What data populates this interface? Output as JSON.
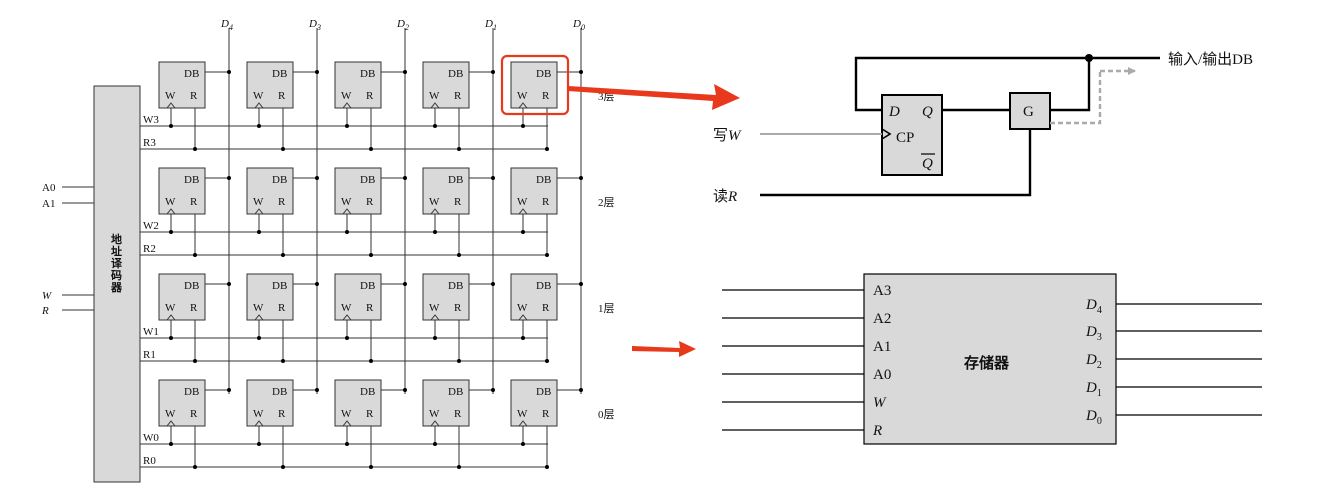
{
  "array": {
    "decoder_label": [
      "地",
      "址",
      "译",
      "码",
      "器"
    ],
    "inputs": {
      "a0": "A0",
      "a1": "A1",
      "w": "W",
      "r": "R"
    },
    "data_lines": [
      "D",
      "D",
      "D",
      "D",
      "D"
    ],
    "data_line_subs": [
      "4",
      "3",
      "2",
      "1",
      "0"
    ],
    "cell_db": "DB",
    "cell_w": "W",
    "cell_r": "R",
    "rows": [
      {
        "w": "W3",
        "r": "R3",
        "layer": "3层"
      },
      {
        "w": "W2",
        "r": "R2",
        "layer": "2层"
      },
      {
        "w": "W1",
        "r": "R1",
        "layer": "1层"
      },
      {
        "w": "W0",
        "r": "R0",
        "layer": "0层"
      }
    ]
  },
  "cell_detail": {
    "d": "D",
    "q": "Q",
    "cp": "CP",
    "qbar": "Q",
    "gate": "G",
    "io_label": "输入/输出DB",
    "write_label": "写",
    "write_var": "W",
    "read_label": "读",
    "read_var": "R",
    "highlight_color": "#e8391d"
  },
  "memory_block": {
    "title": "存储器",
    "inputs": [
      "A3",
      "A2",
      "A1",
      "A0",
      "W",
      "R"
    ],
    "outputs": [
      "D",
      "D",
      "D",
      "D",
      "D"
    ],
    "output_subs": [
      "4",
      "3",
      "2",
      "1",
      "0"
    ]
  }
}
